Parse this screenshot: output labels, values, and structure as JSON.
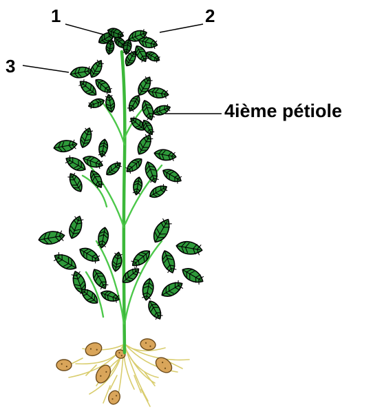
{
  "labels": {
    "label_1": "1",
    "label_2": "2",
    "label_3": "3",
    "label_4": "4ième pétiole"
  },
  "colors": {
    "leaf": "#2e9a3a",
    "stem": "#3cb83a",
    "root": "#d9cd6e",
    "tuber": "#d9a55a"
  }
}
